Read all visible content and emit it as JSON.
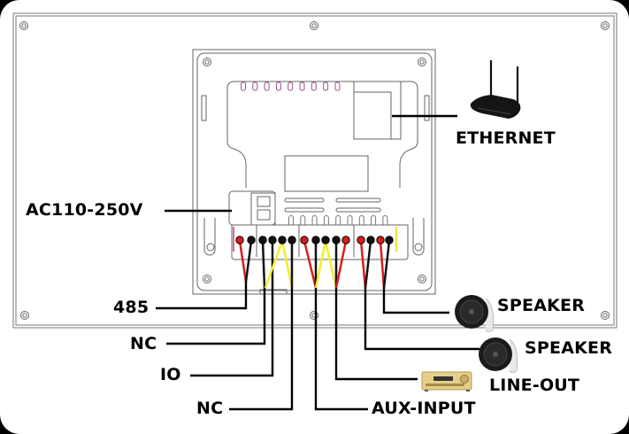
{
  "diagram": {
    "title": "Wall panel rear wiring diagram",
    "labels": {
      "power": "AC110-250V",
      "ethernet": "ETHERNET",
      "rs485": "485",
      "nc1": "NC",
      "io": "IO",
      "nc2": "NC",
      "aux_input": "AUX-INPUT",
      "line_out": "LINE-OUT",
      "speaker1": "SPEAKER",
      "speaker2": "SPEAKER"
    },
    "devices": [
      {
        "name": "router",
        "icon": "router-icon",
        "connection": "ETHERNET"
      },
      {
        "name": "ceiling speaker 1",
        "icon": "speaker-icon",
        "connection": "SPEAKER"
      },
      {
        "name": "ceiling speaker 2",
        "icon": "speaker-icon",
        "connection": "SPEAKER"
      },
      {
        "name": "audio amplifier",
        "icon": "amplifier-icon",
        "connection": "LINE-OUT"
      }
    ],
    "wire_colors": {
      "red": "#d81e1e",
      "black": "#111111",
      "yellow": "#f2ee2a"
    },
    "terminal_groups": [
      {
        "group": "485",
        "pins": [
          "red",
          "black"
        ]
      },
      {
        "group": "NC/IO/NC",
        "pins": [
          "black",
          "black",
          "yellow",
          "black"
        ]
      },
      {
        "group": "AUX/LINE",
        "pins": [
          "red",
          "black",
          "yellow",
          "black",
          "red"
        ]
      },
      {
        "group": "SPEAKERS",
        "pins": [
          "red",
          "black",
          "red",
          "black"
        ]
      }
    ]
  }
}
